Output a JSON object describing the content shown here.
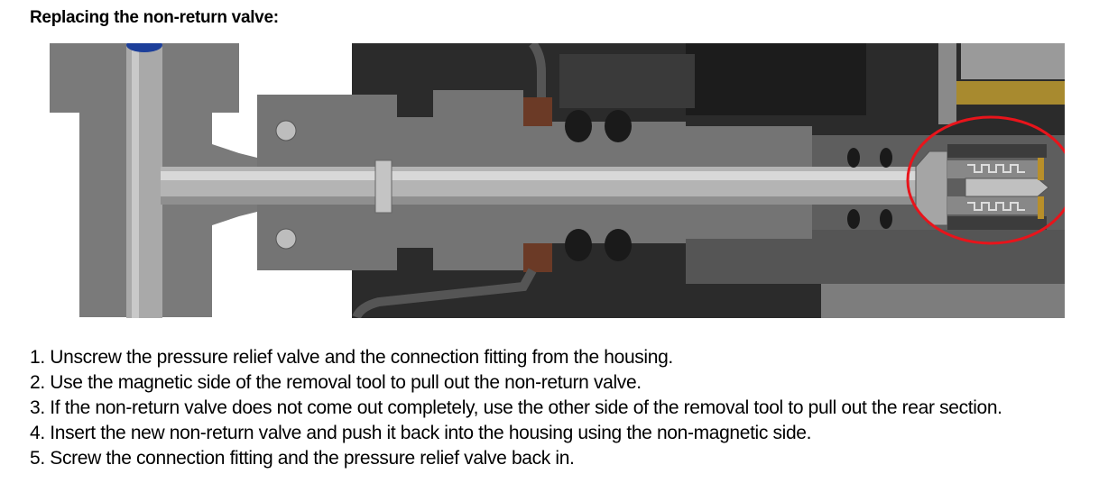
{
  "heading": "Replacing the non-return valve:",
  "figure": {
    "highlight_color": "#e8141b"
  },
  "steps": [
    "1. Unscrew the pressure relief valve and the connection fitting from the housing.",
    "2. Use the magnetic side of the removal tool to pull out the non-return valve.",
    "3. If the non-return valve does not come out completely, use the other side of the removal tool to pull out the rear section.",
    "4. Insert the new non-return valve and push it back into the housing using the non-magnetic side.",
    "5. Screw the connection fitting and the pressure relief valve back in."
  ]
}
